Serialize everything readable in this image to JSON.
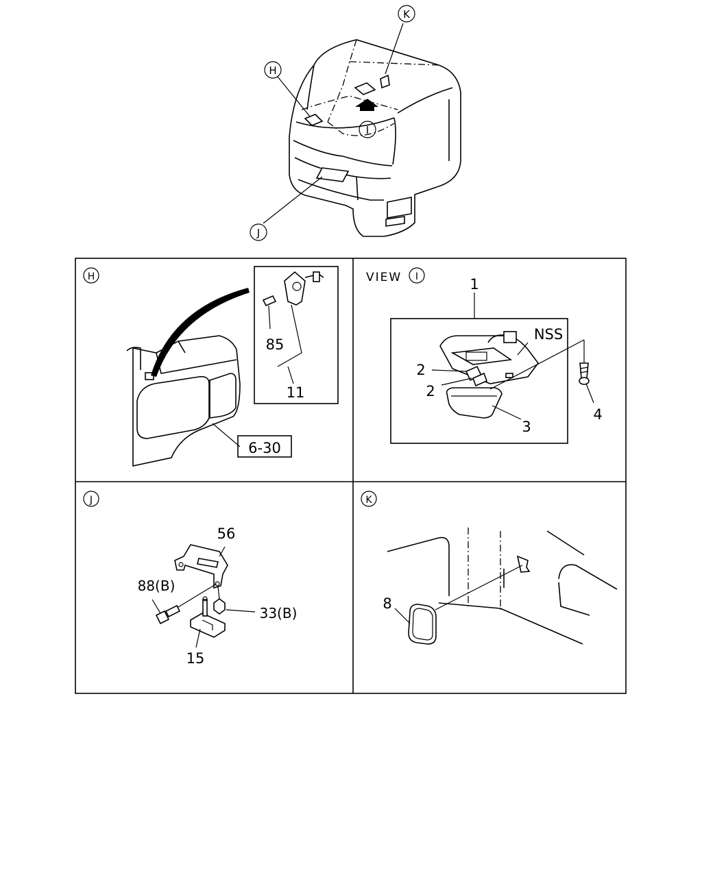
{
  "callouts": {
    "h": "H",
    "i": "I",
    "j": "J",
    "k": "K"
  },
  "panel_h": {
    "ref_box": "6-30",
    "parts": {
      "p85": "85",
      "p11": "11"
    }
  },
  "panel_i": {
    "view_label": "VIEW",
    "parts": {
      "p1": "1",
      "nss": "NSS",
      "p2a": "2",
      "p2b": "2",
      "p3": "3",
      "p4": "4"
    }
  },
  "panel_j": {
    "parts": {
      "p56": "56",
      "p88b": "88(B)",
      "p33b": "33(B)",
      "p15": "15"
    }
  },
  "panel_k": {
    "parts": {
      "p8": "8"
    }
  }
}
